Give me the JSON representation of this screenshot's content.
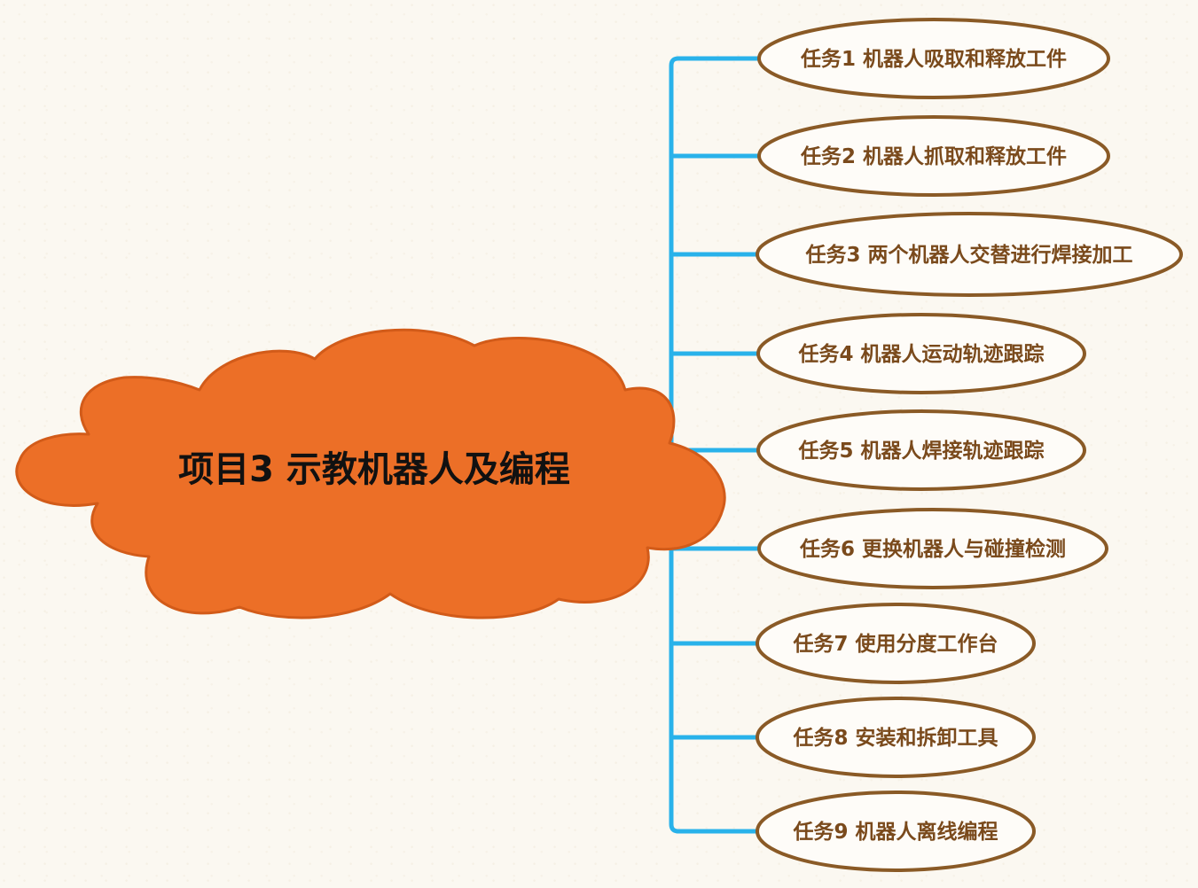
{
  "root": {
    "label": "项目3 示教机器人及编程"
  },
  "colors": {
    "cloud_fill": "#ec6f27",
    "cloud_stroke": "#d25b19",
    "connector": "#29b2ea",
    "node_border": "#8a5a26",
    "node_fill": "#fefcf8",
    "node_text": "#7a4a1c",
    "background": "#fbf8f1"
  },
  "children": [
    {
      "label": "任务1 机器人吸取和释放工件"
    },
    {
      "label": "任务2 机器人抓取和释放工件"
    },
    {
      "label": "任务3 两个机器人交替进行焊接加工"
    },
    {
      "label": "任务4 机器人运动轨迹跟踪"
    },
    {
      "label": "任务5 机器人焊接轨迹跟踪"
    },
    {
      "label": "任务6 更换机器人与碰撞检测"
    },
    {
      "label": "任务7 使用分度工作台"
    },
    {
      "label": "任务8 安装和拆卸工具"
    },
    {
      "label": "任务9 机器人离线编程"
    }
  ]
}
